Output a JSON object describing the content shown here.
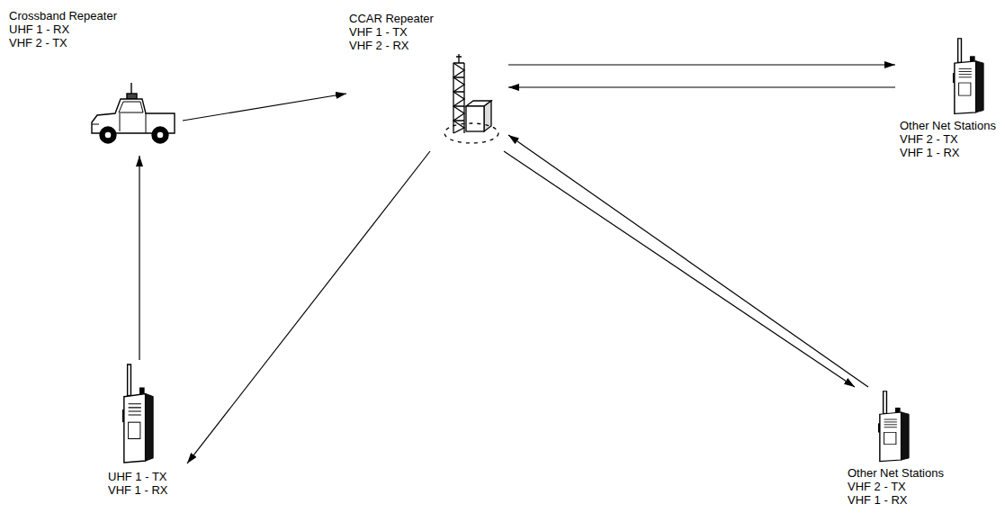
{
  "diagram": {
    "nodes": [
      {
        "text": [
          "CCAR Repeater",
          "VHF 1 - TX",
          "VHF 2 - RX"
        ]
      },
      {
        "text": [
          "Crossband Repeater",
          "UHF 1 - RX",
          "VHF 2 - TX"
        ]
      },
      {
        "text": [
          "Other Net Stations",
          "VHF 2 - TX",
          "VHF 1 - RX"
        ]
      },
      {
        "text": [
          "UHF 1 - TX",
          "VHF 1 - RX"
        ]
      },
      {
        "text": [
          "Other Net Stations",
          "VHF 2 - TX",
          "VHF 1 - RX"
        ]
      }
    ],
    "edges": [
      {
        "from": 1,
        "to": 0,
        "arrow": "to"
      },
      {
        "from": 0,
        "to": 2,
        "arrow": "to"
      },
      {
        "from": 2,
        "to": 0,
        "arrow": "to"
      },
      {
        "from": 0,
        "to": 4,
        "arrow": "to"
      },
      {
        "from": 4,
        "to": 0,
        "arrow": "to"
      },
      {
        "from": 0,
        "to": 3,
        "arrow": "to"
      },
      {
        "from": 3,
        "to": 1,
        "arrow": "to"
      }
    ]
  }
}
